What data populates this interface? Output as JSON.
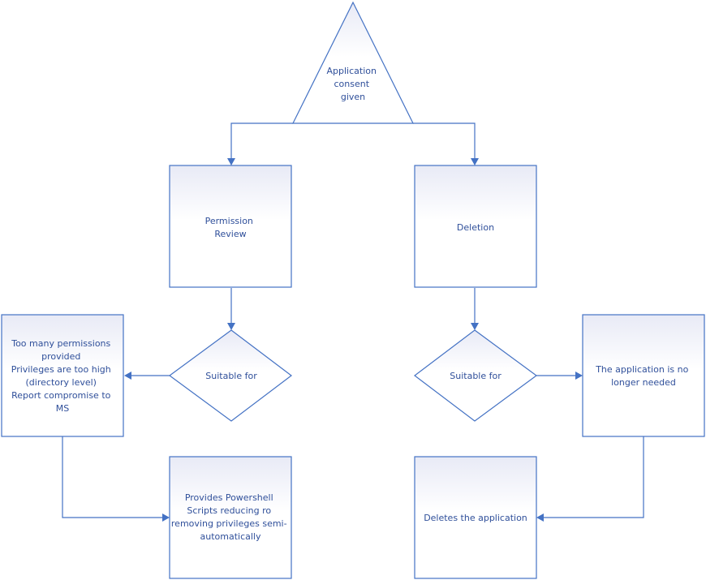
{
  "diagram": {
    "nodes": {
      "consent": {
        "lines": [
          "Application",
          "consent",
          "given"
        ]
      },
      "permission_review": {
        "lines": [
          "Permission",
          "Review"
        ]
      },
      "deletion": {
        "lines": [
          "Deletion"
        ]
      },
      "suitable_left": {
        "lines": [
          "Suitable for"
        ]
      },
      "suitable_right": {
        "lines": [
          "Suitable for"
        ]
      },
      "too_many": {
        "lines": [
          "Too many permissions",
          "provided",
          "Privileges are too high",
          "(directory level)",
          "Report compromise to",
          "MS"
        ]
      },
      "not_needed": {
        "lines": [
          "The application is no",
          "longer needed"
        ]
      },
      "powershell": {
        "lines": [
          "Provides Powershell",
          "Scripts reducing ro",
          "removing privileges semi-",
          "automatically"
        ]
      },
      "deletes_app": {
        "lines": [
          "Deletes the application"
        ]
      }
    },
    "colors": {
      "stroke": "#4472c4",
      "text": "#2f4f9a",
      "fill_top": "#e8eaf6",
      "fill_bottom": "#ffffff"
    }
  }
}
